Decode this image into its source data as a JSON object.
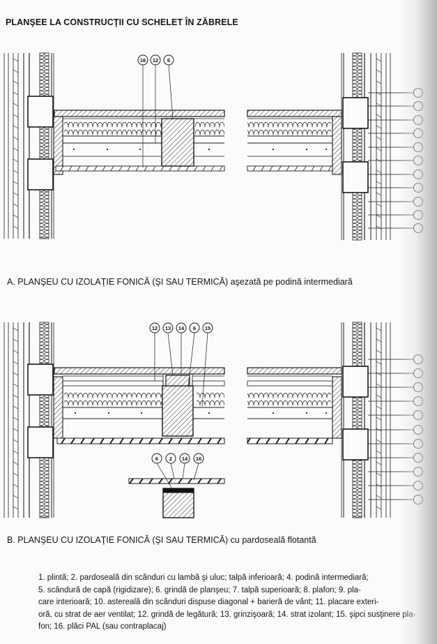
{
  "page": {
    "title": "PLANŞEE LA CONSTRUCŢII CU SCHELET ÎN ZĂBRELE"
  },
  "drawing_a": {
    "caption": "A. PLANŞEU CU IZOLAŢIE FONICĂ (ŞI SAU TERMICĂ) aşezată pe podină intermediară",
    "callouts_top": [
      "16",
      "12",
      "6"
    ]
  },
  "drawing_b": {
    "caption": "B. PLANŞEU CU IZOLAŢIE FONICĂ (ŞI SAU TERMICĂ) cu pardoseală flotantă",
    "callouts_top": [
      "12",
      "13",
      "14",
      "6",
      "15"
    ],
    "callouts_detail": [
      "6",
      "2",
      "14",
      "16"
    ]
  },
  "legend": {
    "lines": [
      "1. plintă; 2. pardoseală din scânduri cu lambă şi uluc; talpă inferioară; 4. podină intermediară;",
      "5. scândură de capă (rigidizare); 6. grindă de planşeu; 7. talpă superioară; 8. plafon; 9. pla-",
      "care interioară; 10. astereală din scânduri dispuse diagonal + barieră de vânt; 11. placare exteri-",
      "oră, cu strat de aer ventilat; 12. grindă de legătură; 13. grinzişoară; 14. strat izolant; 15. şipci susţinere pla-",
      "fon; 16. plăci PAL (sau contraplacaj)"
    ]
  }
}
